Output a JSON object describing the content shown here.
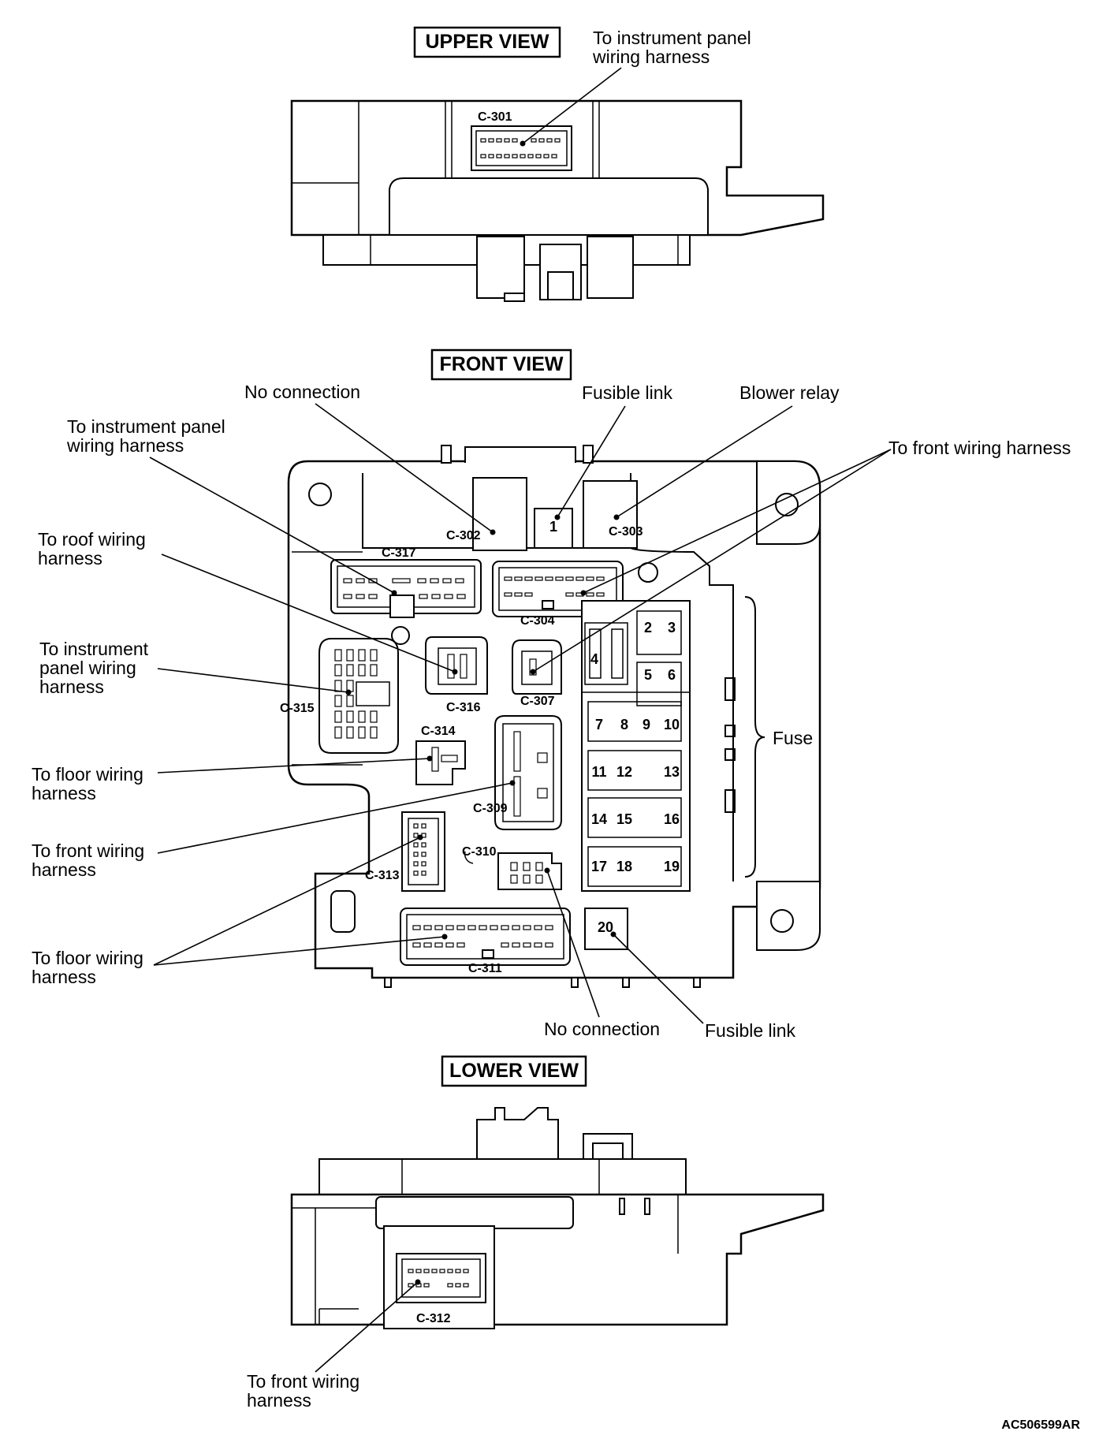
{
  "views": {
    "upper": {
      "title": "UPPER VIEW",
      "connectors": {
        "c301": "C-301"
      },
      "labels": {
        "instrument_panel": [
          "To instrument panel",
          "wiring harness"
        ]
      }
    },
    "front": {
      "title": "FRONT VIEW",
      "connectors": {
        "c302": "C-302",
        "c303": "C-303",
        "c304": "C-304",
        "c307": "C-307",
        "c309": "C-309",
        "c310": "C-310",
        "c311": "C-311",
        "c313": "C-313",
        "c314": "C-314",
        "c315": "C-315",
        "c316": "C-316",
        "c317": "C-317"
      },
      "fuses": [
        "1",
        "2",
        "3",
        "4",
        "5",
        "6",
        "7",
        "8",
        "9",
        "10",
        "11",
        "12",
        "13",
        "14",
        "15",
        "16",
        "17",
        "18",
        "19",
        "20"
      ],
      "labels": {
        "no_connection_top": "No connection",
        "fusible_link_top": "Fusible link",
        "blower_relay": "Blower relay",
        "instrument_panel_1": [
          "To instrument panel",
          "wiring harness"
        ],
        "front_wiring_right": "To front wiring harness",
        "roof_wiring": [
          "To roof wiring",
          "harness"
        ],
        "instrument_panel_2": [
          "To instrument",
          "panel wiring",
          "harness"
        ],
        "fuse": "Fuse",
        "floor_wiring_1": [
          "To floor wiring",
          "harness"
        ],
        "front_wiring_left": [
          "To front wiring",
          "harness"
        ],
        "floor_wiring_2": [
          "To floor wiring",
          "harness"
        ],
        "no_connection_bottom": "No connection",
        "fusible_link_bottom": "Fusible link"
      }
    },
    "lower": {
      "title": "LOWER VIEW",
      "connectors": {
        "c312": "C-312"
      },
      "labels": {
        "front_wiring": [
          "To front wiring",
          "harness"
        ]
      }
    }
  },
  "figure_code": "AC506599AR"
}
